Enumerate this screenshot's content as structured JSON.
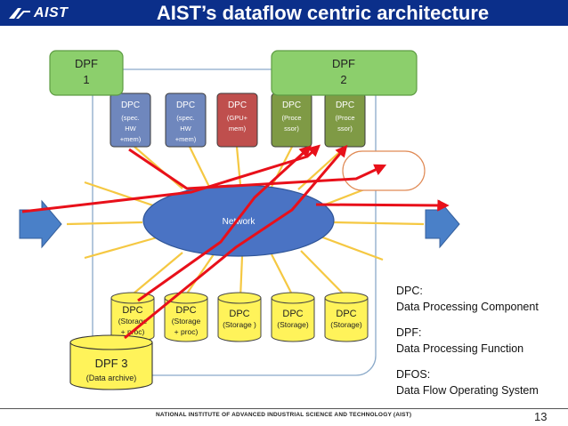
{
  "header": {
    "logo_text": "AIST",
    "title": "AIST’s dataflow centric architecture"
  },
  "dpf1": {
    "line1": "DPF",
    "line2": "1"
  },
  "dpf2": {
    "line1": "DPF",
    "line2": "2"
  },
  "dpf3": {
    "line1": "DPF 3",
    "line2": "(Data archive)"
  },
  "top_dpcs": [
    {
      "title": "DPC",
      "lines": [
        "(spec.",
        "HW",
        "+mem)"
      ],
      "color": "#6f87bd"
    },
    {
      "title": "DPC",
      "lines": [
        "(spec.",
        "HW",
        "+mem)"
      ],
      "color": "#6f87bd"
    },
    {
      "title": "DPC",
      "lines": [
        "(GPU+",
        "mem)"
      ],
      "color": "#bf4f4d"
    },
    {
      "title": "DPC",
      "lines": [
        "(Proce",
        "ssor)"
      ],
      "color": "#7f9a45"
    },
    {
      "title": "DPC",
      "lines": [
        "(Proce",
        "ssor)"
      ],
      "color": "#7f9a45"
    }
  ],
  "storage_dpcs": [
    {
      "title": "DPC",
      "lines": [
        "(Storage",
        "+ proc)"
      ]
    },
    {
      "title": "DPC",
      "lines": [
        "(Storage",
        "+ proc)"
      ]
    },
    {
      "title": "DPC",
      "lines": [
        "(Storage )"
      ]
    },
    {
      "title": "DPC",
      "lines": [
        "(Storage)"
      ]
    },
    {
      "title": "DPC",
      "lines": [
        "(Storage)"
      ]
    }
  ],
  "network_label": "Network",
  "legend": {
    "dpc_term": "DPC:",
    "dpc_def": "Data Processing Component",
    "dpf_term": "DPF:",
    "dpf_def": "Data Processing Function",
    "dfos_term": "DFOS:",
    "dfos_def": "Data Flow Operating System"
  },
  "footer": {
    "institute": "NATIONAL INSTITUTE OF ADVANCED INDUSTRIAL SCIENCE AND TECHNOLOGY (AIST)",
    "page": "13"
  },
  "colors": {
    "header_bg": "#0b2f8a",
    "flow_arrow": "#e8101a",
    "link": "#f5c842",
    "network": "#4a73c4",
    "cylinder": "#fff35a",
    "dpf_box": "#8ccf6c"
  }
}
